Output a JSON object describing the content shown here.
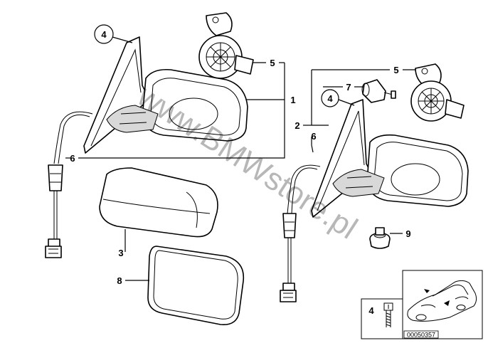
{
  "watermark": "www.BMWstore.pl",
  "callouts": {
    "c1": "1",
    "c2": "2",
    "c3": "3",
    "c4a": "4",
    "c4b": "4",
    "c4c": "4",
    "c5a": "5",
    "c5b": "5",
    "c6a": "6",
    "c6b": "6",
    "c7": "7",
    "c8": "8",
    "c9": "9"
  },
  "inset": {
    "code": "00050357"
  }
}
